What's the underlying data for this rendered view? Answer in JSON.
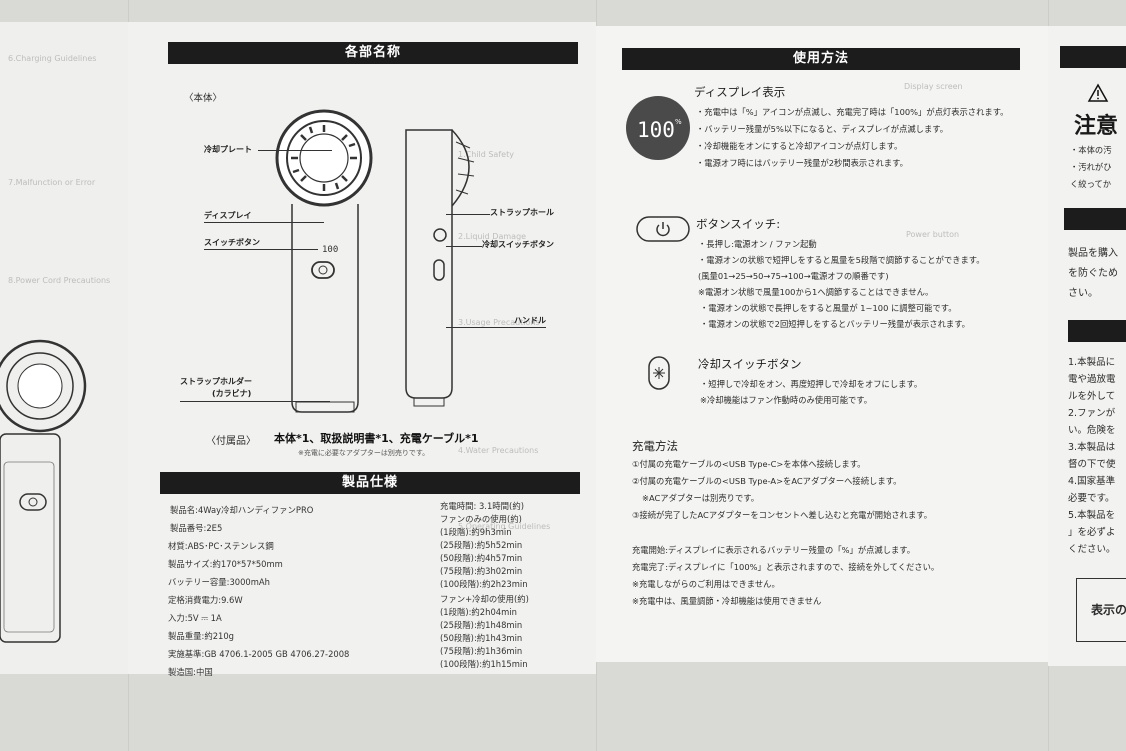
{
  "left_panel": {
    "faint_lines": [
      "6.Charging Guidelines",
      "7.Malfunction or Error",
      "8.Power Cord Precautions"
    ]
  },
  "parts": {
    "title": "各部名称",
    "body_label": "〈本体〉",
    "labels": {
      "cooling_plate": "冷却プレート",
      "display": "ディスプレイ",
      "switch_button": "スイッチボタン",
      "strap_holder": "ストラップホルダー",
      "carabiner": "(カラビナ)",
      "strap_hole": "ストラップホール",
      "cooling_switch": "冷却スイッチボタン",
      "handle": "ハンドル"
    },
    "display_digits": "100",
    "accessories_label": "〈付属品〉",
    "accessories": "本体*1、取扱説明書*1、充電ケーブル*1",
    "accessories_note": "※充電に必要なアダプターは別売りです。",
    "faint_lines": [
      "1.Child Safety",
      "2.Liquid Damage",
      "3.Usage Precautions",
      "4.Water Precautions",
      "5.Operating Guidelines"
    ]
  },
  "specs": {
    "title": "製品仕様",
    "items": [
      "製品名:4Way冷却ハンディファンPRO",
      "製品番号:2E5",
      "材質:ABS･PC･ステンレス鋼",
      "製品サイズ:約170*57*50mm",
      "バッテリー容量:3000mAh",
      "定格消費電力:9.6W",
      "入力:5V ⎓ 1A",
      "製品重量:約210g",
      "実施基準:GB 4706.1-2005 GB 4706.27-2008",
      "製造国:中国"
    ],
    "right_items": [
      "充電時間: 3.1時間(約)",
      "ファンのみの使用(約)",
      "(1段階):約9h3min",
      "(25段階):約5h52min",
      "(50段階):約4h57min",
      "(75段階):約3h02min",
      "(100段階):約2h23min",
      "ファン+冷却の使用(約)",
      "(1段階):約2h04min",
      "(25段階):約1h48min",
      "(50段階):約1h43min",
      "(75段階):約1h36min",
      "(100段階):約1h15min"
    ]
  },
  "usage": {
    "title": "使用方法",
    "display_section": {
      "heading": "ディスプレイ表示",
      "icon_digits": "100",
      "icon_unit": "%",
      "lines": [
        "・充電中は「%」アイコンが点滅し、充電完了時は「100%」が点灯表示されます。",
        "・バッテリー残量が5%以下になると、ディスプレイが点滅します。",
        "・冷却機能をオンにすると冷却アイコンが点灯します。",
        "・電源オフ時にはバッテリー残量が2秒間表示されます。"
      ]
    },
    "button_section": {
      "heading": "ボタンスイッチ:",
      "lines": [
        "・長押し:電源オン / ファン起動",
        "・電源オンの状態で短押しをすると風量を5段階で調節することができます。",
        "(風量01→25→50→75→100→電源オフの順番です)",
        "※電源オン状態で風量100から1へ調節することはできません。",
        "・電源オンの状態で長押しをすると風量が 1~100 に調整可能です。",
        "・電源オンの状態で2回短押しをするとバッテリー残量が表示されます。"
      ]
    },
    "cooling_section": {
      "heading": "冷却スイッチボタン",
      "lines": [
        "・短押しで冷却をオン、再度短押しで冷却をオフにします。",
        "※冷却機能はファン作動時のみ使用可能です。"
      ]
    },
    "charging_section": {
      "heading": "充電方法",
      "lines": [
        "①付属の充電ケーブルの<USB Type-C>を本体へ接続します。",
        "②付属の充電ケーブルの<USB Type-A>をACアダプターへ接続します。",
        "※ACアダプターは別売りです。",
        "③接続が完了したACアダプターをコンセントへ差し込むと充電が開始されます。"
      ],
      "notes": [
        "充電開始:ディスプレイに表示されるバッテリー残量の「%」が点滅します。",
        "充電完了:ディスプレイに「100%」と表示されますので、接続を外してください。",
        "※充電しながらのご利用はできません。",
        "※充電中は、風量調節・冷却機能は使用できません"
      ]
    },
    "faint_lines": [
      "Display screen",
      "Power button"
    ]
  },
  "far_panel": {
    "warning_title": "注意",
    "lines_a": [
      "・本体の汚",
      "・汚れがひ",
      "く絞ってか"
    ],
    "lines_b": [
      "製品を購入",
      "を防ぐため",
      "さい。"
    ],
    "lines_c": [
      "1.本製品に",
      "電や過放電",
      "ルを外して",
      "2.ファンが",
      "い。危険を",
      "3.本製品は",
      "督の下で使",
      "4.国家基準",
      "必要です。",
      "5.本製品を",
      "」を必ずよ",
      "ください。"
    ],
    "bottom_label": "表示の"
  }
}
